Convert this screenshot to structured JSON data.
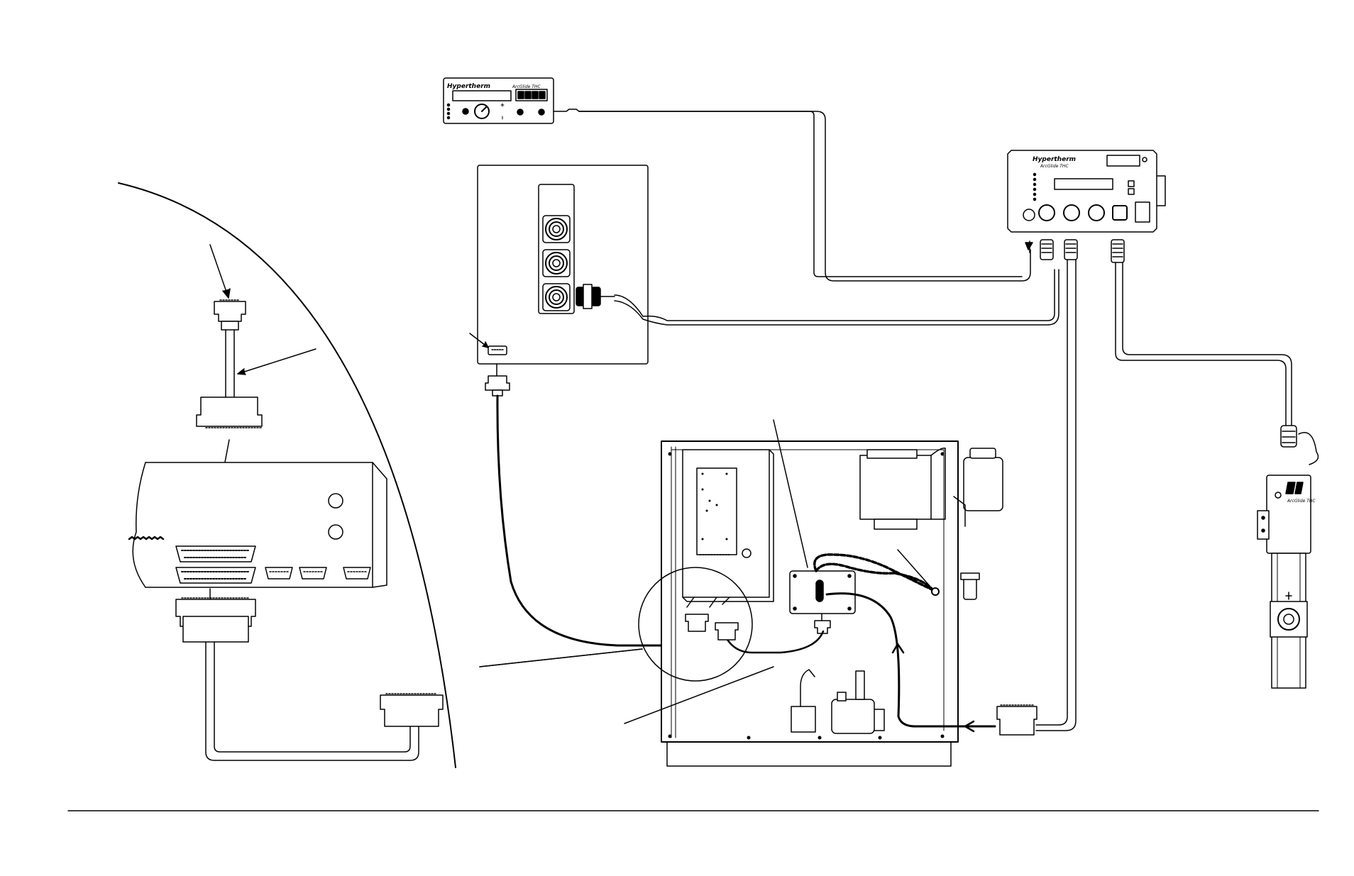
{
  "diagram": {
    "description_labels": {
      "left_panel": "Hypertherm",
      "left_panel_model": "ArcGlide THC",
      "main_unit": "Hypertherm",
      "main_unit_model": "ArcGlide THC",
      "torch_lifter_model": "ArcGlide THC"
    },
    "colors": {
      "line": "#000000",
      "background": "#ffffff"
    }
  }
}
